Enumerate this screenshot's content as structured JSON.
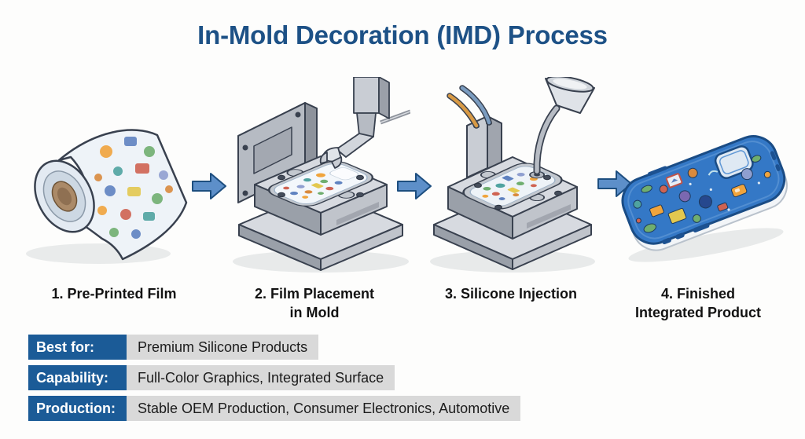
{
  "title": "In-Mold Decoration (IMD) Process",
  "colors": {
    "background": "#fdfdfc",
    "title_blue": "#1d5186",
    "arrow_fill": "#5d8fc9",
    "arrow_stroke": "#1d4e7f",
    "table_label_bg": "#1b5b97",
    "table_label_text": "#ffffff",
    "table_value_bg": "#d9d9d9",
    "mold_gray_top": "#d7dae0",
    "mold_gray_dark": "#9aa0a9",
    "outline_navy": "#39414f",
    "case_blue": "#3478c6",
    "film_decoration_palette": [
      "#f0a43c",
      "#6fae6f",
      "#5f82c0",
      "#4fa3a0",
      "#cf6352",
      "#8f9fd0",
      "#e3c84f",
      "#d98a3d"
    ]
  },
  "steps": [
    {
      "illustration": "printed-film-roll",
      "label_line1": "1. Pre-Printed Film",
      "label_line2": ""
    },
    {
      "illustration": "mold-film-placement",
      "label_line1": "2. Film Placement",
      "label_line2": "in Mold"
    },
    {
      "illustration": "silicone-injection-mold",
      "label_line1": "3. Silicone Injection",
      "label_line2": ""
    },
    {
      "illustration": "finished-phone-case",
      "label_line1": "4. Finished",
      "label_line2": "Integrated Product"
    }
  ],
  "info_table": {
    "rows": [
      {
        "label": "Best for:",
        "value": "Premium Silicone Products"
      },
      {
        "label": "Capability:",
        "value": "Full-Color Graphics, Integrated Surface"
      },
      {
        "label": "Production:",
        "value": "Stable OEM Production, Consumer Electronics, Automotive"
      }
    ]
  }
}
